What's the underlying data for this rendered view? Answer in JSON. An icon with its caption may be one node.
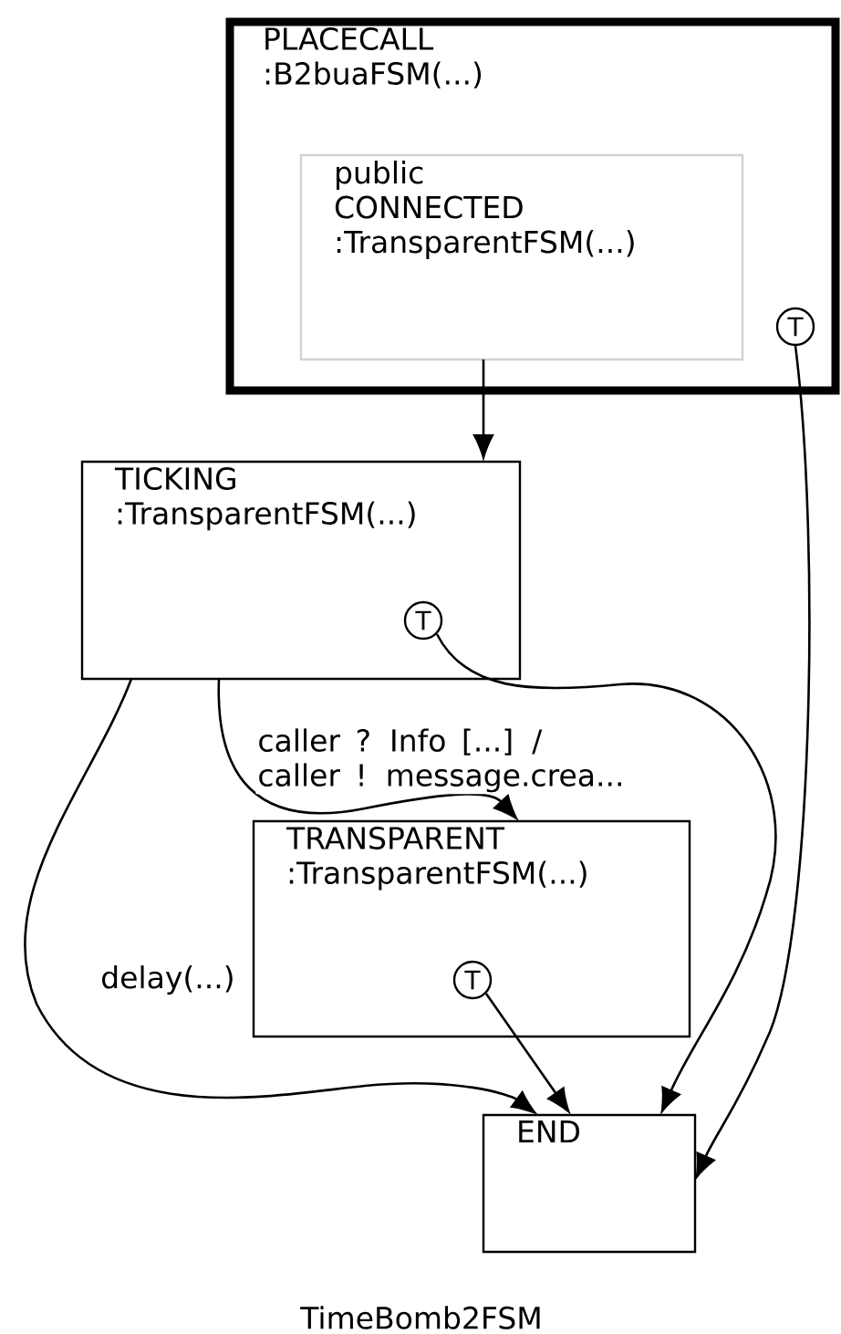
{
  "diagram": {
    "caption": "TimeBomb2FSM",
    "nodes": [
      {
        "text": [
          "PLACECALL",
          ":B2buaFSM(...)"
        ]
      },
      {
        "text": [
          "public",
          "CONNECTED",
          ":TransparentFSM(...)"
        ],
        "in": 0
      },
      {
        "text": [
          "T"
        ],
        "in": 0
      },
      {
        "text": [
          "TICKING",
          ":TransparentFSM(...)"
        ]
      },
      {
        "text": [
          "T"
        ],
        "in": 3
      },
      {
        "text": [
          "TRANSPARENT",
          ":TransparentFSM(...)"
        ]
      },
      {
        "text": [
          "T"
        ],
        "in": 5
      },
      {
        "text": [
          "END"
        ]
      }
    ],
    "edges": [
      {
        "from": 1,
        "to": 3,
        "arrow": "to"
      },
      {
        "from": 3,
        "to": 5,
        "arrow": "to",
        "label": "caller ? Info [...] / caller ! message.crea..."
      },
      {
        "from": 3,
        "to": 7,
        "arrow": "to",
        "label": "delay(...)"
      },
      {
        "from": 4,
        "to": 7,
        "arrow": "to"
      },
      {
        "from": 2,
        "to": 7,
        "arrow": "to"
      },
      {
        "from": 6,
        "to": 7,
        "arrow": "to"
      }
    ]
  }
}
